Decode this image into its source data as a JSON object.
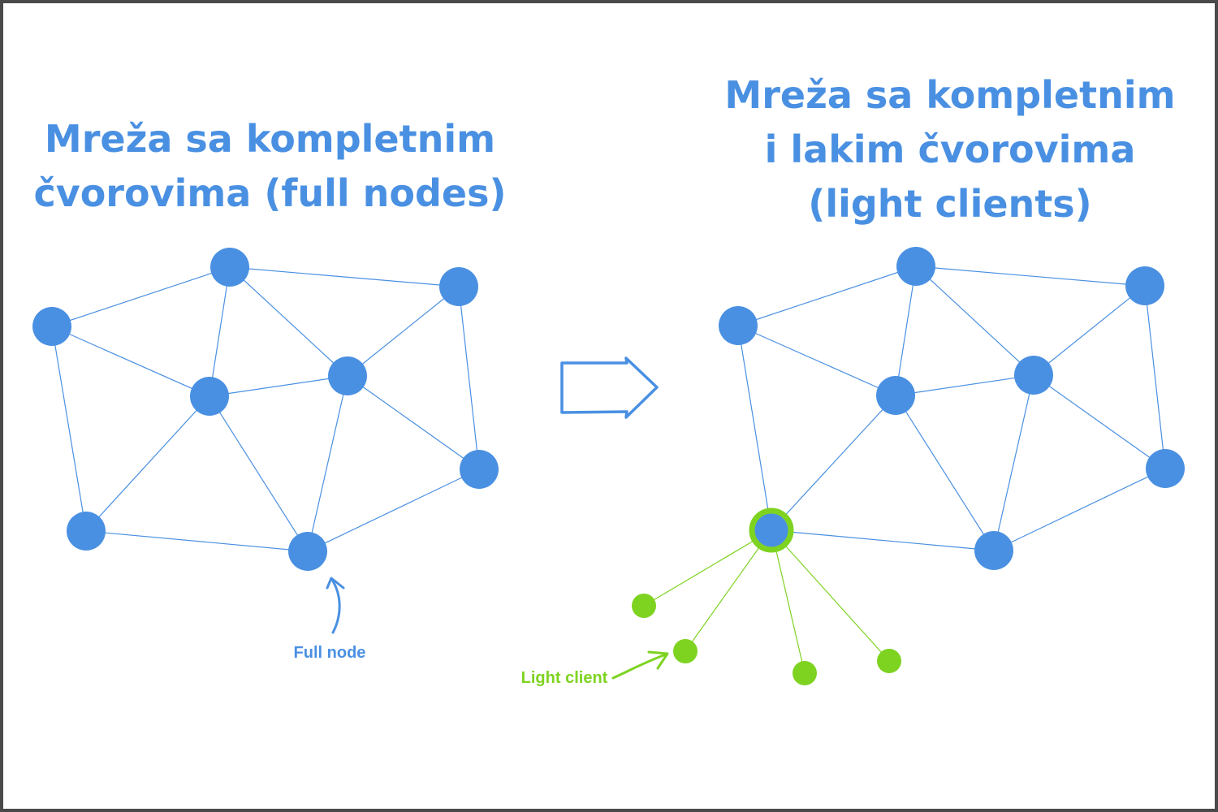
{
  "titles": {
    "left": [
      "Mreža sa kompletnim",
      "čvorovima (full nodes)"
    ],
    "right": [
      "Mreža sa kompletnim",
      "i lakim čvorovima",
      "(light clients)"
    ]
  },
  "labels": {
    "full_node": "Full node",
    "light_client": "Light client"
  },
  "colors": {
    "full_node": "#4a90e2",
    "light_client": "#7ed321",
    "edge": "#4a90e2",
    "light_edge": "#7ed321",
    "border": "#4a4a4a"
  },
  "icons": {
    "transition_arrow": "right-arrow-outline-icon",
    "pointer_arrow": "curved-arrow-icon"
  }
}
